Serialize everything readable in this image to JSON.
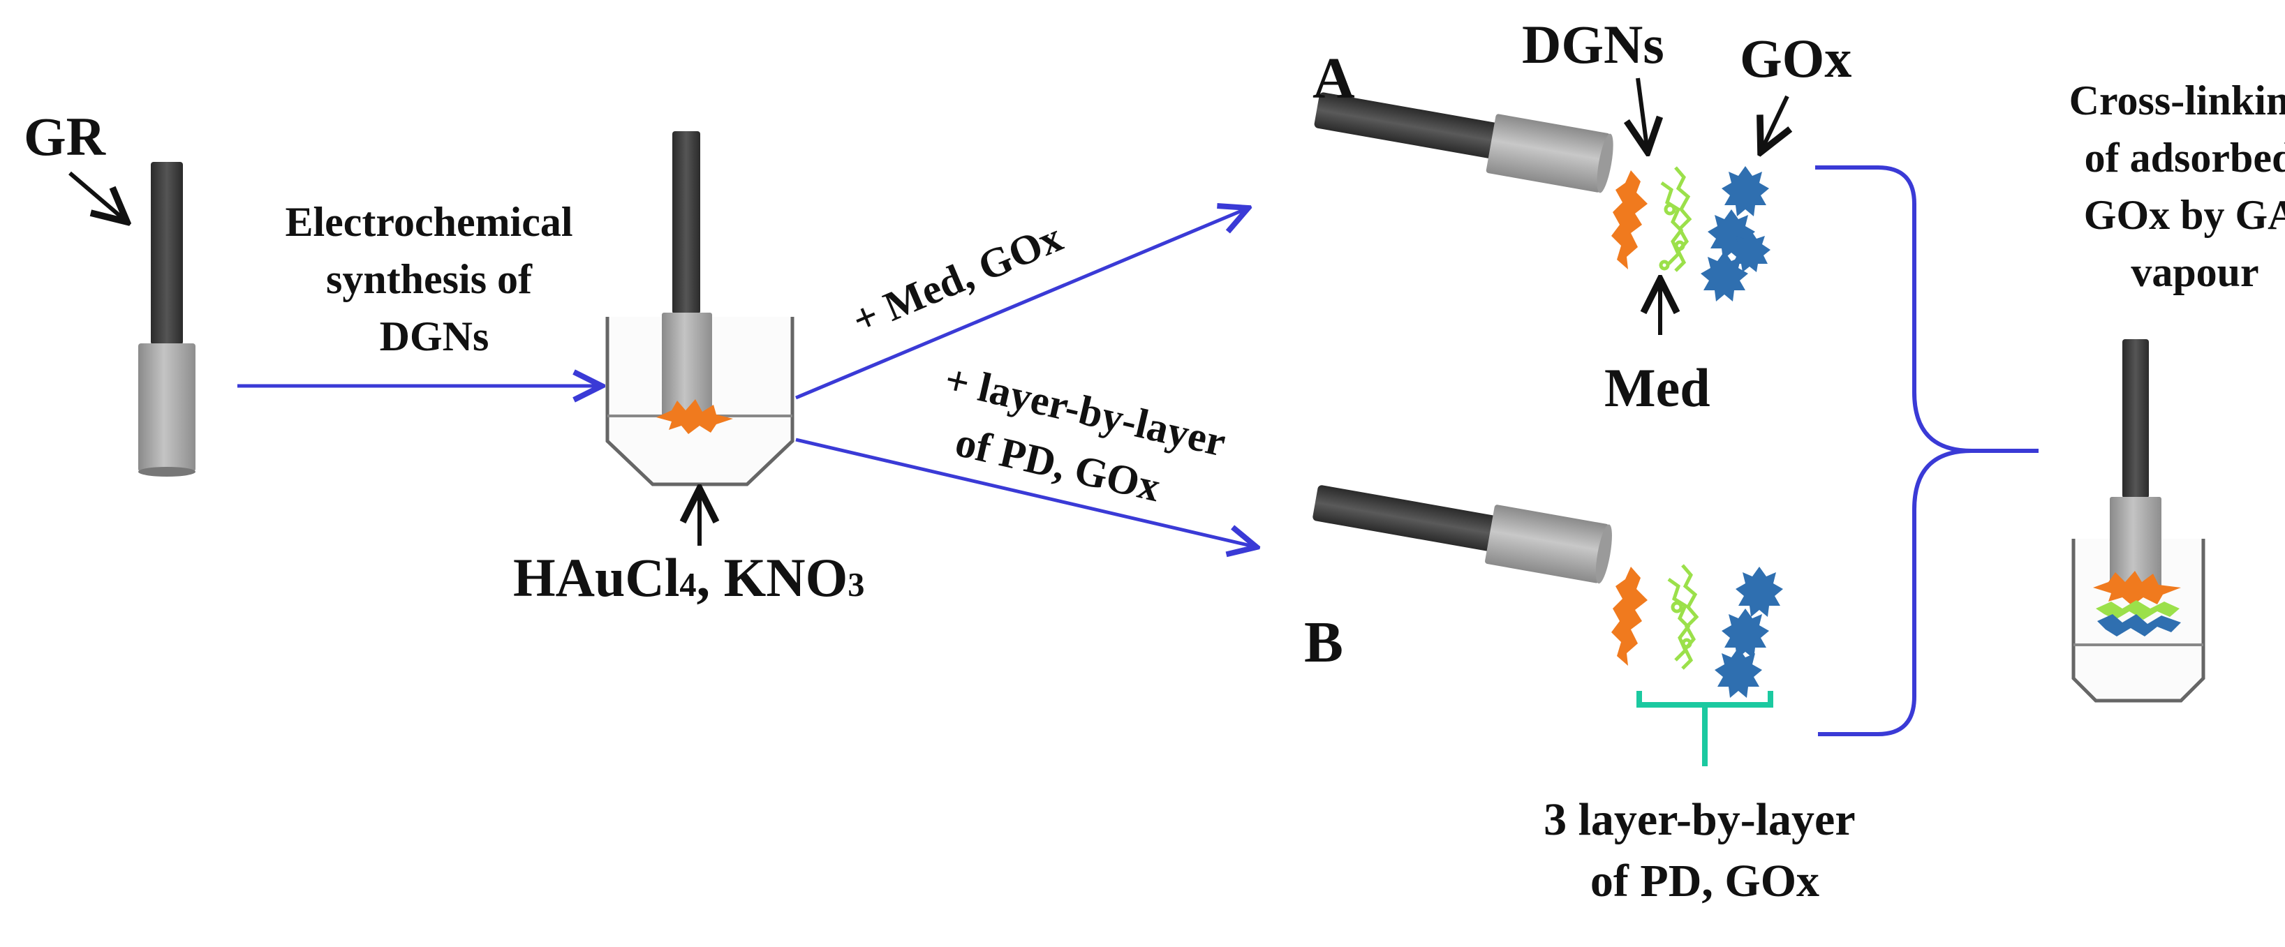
{
  "labels": {
    "gr": "GR",
    "step1_line1": "Electrochemical",
    "step1_line2": "synthesis of",
    "step1_line3": "DGNs",
    "precursors_a": "HAuCl",
    "precursors_sub1": "4",
    "precursors_b": ", KNO",
    "precursors_sub2": "3",
    "route_a": "+ Med, GOx",
    "route_b_line1": "+ layer-by-layer",
    "route_b_line2": "of  PD, GOx",
    "electrode_a": "A",
    "electrode_b": "B",
    "dgns": "DGNs",
    "gox": "GOx",
    "med": "Med",
    "lbl_note_line1": "3 layer-by-layer",
    "lbl_note_line2": "of PD, GOx",
    "crosslink_line1": "Cross-linking",
    "crosslink_line2": "of adsorbed",
    "crosslink_line3": "GOx by GA",
    "crosslink_line4": "vapour"
  },
  "colors": {
    "arrow_blue": "#3a3ad6",
    "bracket_teal": "#1bc9a0",
    "rod_dark": "#3a3a3a",
    "sleeve_gray": "#a9a9a9",
    "dgn_orange": "#f07a1e",
    "med_green": "#9be04a",
    "gox_blue": "#2f6fb0"
  }
}
